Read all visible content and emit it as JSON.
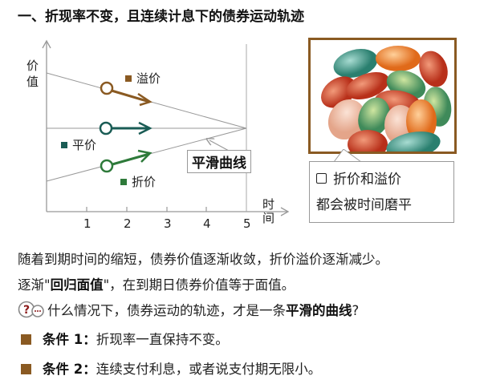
{
  "title": "一、折现率不变，且连续计息下的债券运动轨迹",
  "chart": {
    "y_label": "价值",
    "x_label": "时间",
    "x_ticks": [
      "1",
      "2",
      "3",
      "4",
      "5"
    ],
    "legend": {
      "premium": "溢价",
      "par": "平价",
      "discount": "折价"
    },
    "colors": {
      "premium": "#8a5a22",
      "par": "#1a5c55",
      "discount": "#2e7a3a",
      "axis": "#999999"
    },
    "annotation": "平滑曲线"
  },
  "callout": {
    "line1": "折价和溢价",
    "line2": "都会被时间磨平"
  },
  "body": {
    "line1": "随着到期时间的缩短，债券价值逐渐收敛，折价溢价逐渐减少。",
    "line2_pre": "逐渐\"",
    "line2_bold": "回归面值",
    "line2_post": "\"，在到期日债券价值等于面值。",
    "line3_pre": "什么情况下，债券运动的轨迹，才是一条",
    "line3_bold": "平滑的曲线",
    "line3_post": "?",
    "cond1_label": "条件 1：",
    "cond1_text": "折现率一直保持不变。",
    "cond2_label": "条件 2：",
    "cond2_text": "连续支付利息，或者说支付期无限小。"
  }
}
